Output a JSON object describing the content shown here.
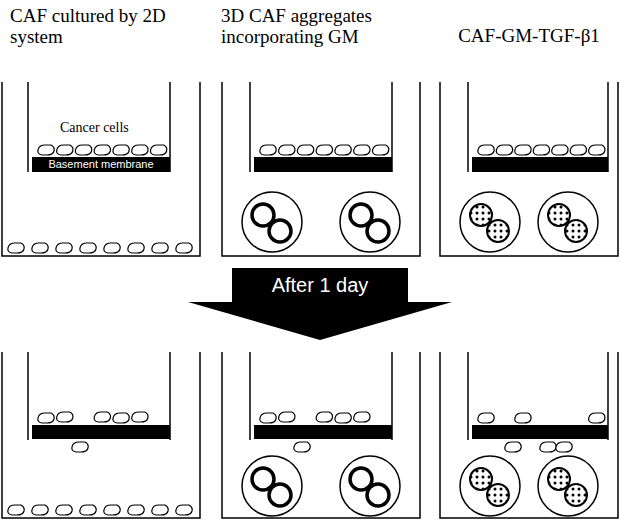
{
  "diagram": {
    "nodes": [
      {
        "text": [
          "Basement membrane"
        ]
      },
      {
        "text": [
          "After 1 day"
        ]
      }
    ],
    "labels": [
      "CAF cultured by 2D system",
      "3D CAF aggregates incorporating GM",
      "CAF-GM-TGF-β1",
      "Cancer cells"
    ]
  }
}
